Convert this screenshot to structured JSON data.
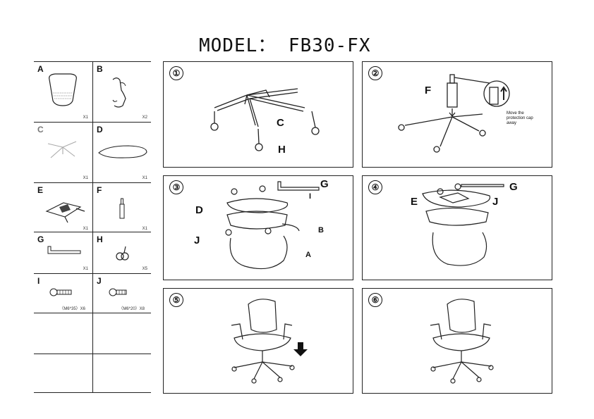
{
  "model_title": "MODEL： FB30-FX",
  "parts": [
    {
      "letter": "A",
      "qty": "X1",
      "icon": "backrest-icon"
    },
    {
      "letter": "B",
      "qty": "X2",
      "icon": "armrest-icon"
    },
    {
      "letter": "C",
      "qty": "X1",
      "icon": "base-icon"
    },
    {
      "letter": "D",
      "qty": "X1",
      "icon": "seat-cushion-icon"
    },
    {
      "letter": "E",
      "qty": "X1",
      "icon": "mechanism-icon"
    },
    {
      "letter": "F",
      "qty": "X1",
      "icon": "gas-lift-icon"
    },
    {
      "letter": "G",
      "qty": "X1",
      "icon": "allen-key-icon"
    },
    {
      "letter": "H",
      "qty": "X5",
      "icon": "caster-icon"
    },
    {
      "letter": "I",
      "qty": "（M6*35）X6",
      "icon": "bolt-long-icon"
    },
    {
      "letter": "J",
      "qty": "（M6*20）X8",
      "icon": "bolt-short-icon"
    }
  ],
  "steps": [
    {
      "number": "①",
      "labels": {
        "c": "C",
        "h": "H"
      }
    },
    {
      "number": "②",
      "labels": {
        "f": "F"
      },
      "note": "Move the protection cap away"
    },
    {
      "number": "③",
      "labels": {
        "g": "G",
        "i": "I",
        "d": "D",
        "j": "J",
        "b": "B",
        "a": "A"
      }
    },
    {
      "number": "④",
      "labels": {
        "g": "G",
        "e": "E",
        "j": "J"
      }
    },
    {
      "number": "⑤"
    },
    {
      "number": "⑥"
    }
  ]
}
